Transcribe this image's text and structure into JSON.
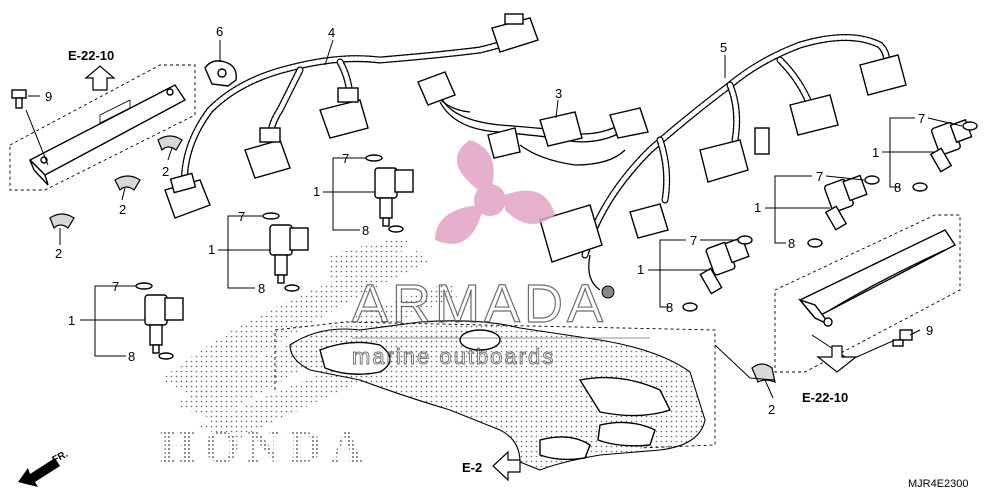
{
  "diagram": {
    "references": {
      "top_left": "E-22-10",
      "bottom_right": "E-22-10",
      "bottom_center": "E-2"
    },
    "direction_label": "FR.",
    "diagram_code": "MJR4E2300",
    "watermark": {
      "brand": "ARMADA",
      "tagline": "marine outboards",
      "logo_text": "HONDA"
    },
    "callouts": {
      "n1": "1",
      "n2": "2",
      "n3": "3",
      "n4": "4",
      "n5": "5",
      "n6": "6",
      "n7": "7",
      "n8": "8",
      "n9": "9"
    },
    "colors": {
      "watermark_pink": "#e2a3c4",
      "line": "#000000"
    }
  }
}
